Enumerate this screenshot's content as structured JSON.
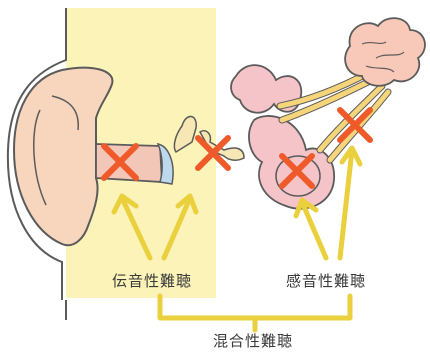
{
  "labels": {
    "conductive": "伝音性難聴",
    "sensorineural": "感音性難聴",
    "mixed": "混合性難聴"
  },
  "colors": {
    "skin": "#f7d6bd",
    "skin_outline": "#5b5b5b",
    "highlight_band": "#fbf3b8",
    "cochlea": "#f4c4c8",
    "nerve": "#f6d57a",
    "brain": "#f8c8b8",
    "x_mark": "#ef5a2a",
    "arrow": "#ead03d",
    "canal": "#f3c7b8"
  },
  "icons": [
    "ear-outline-icon",
    "eardrum-icon",
    "ossicles-icon",
    "cochlea-icon",
    "nerve-bundle-icon",
    "brain-icon",
    "x-mark-icon",
    "arrow-icon"
  ]
}
